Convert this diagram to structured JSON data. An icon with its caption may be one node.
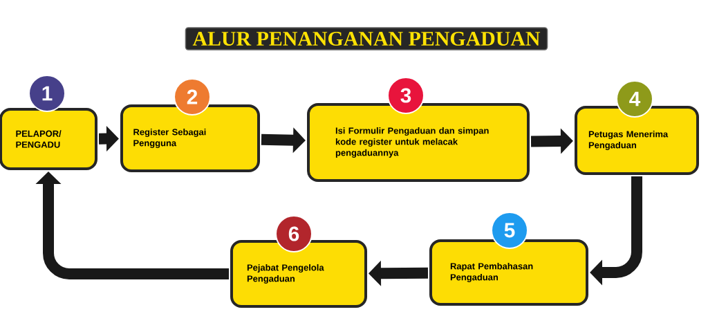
{
  "diagram": {
    "title": "ALUR PENANGANAN PENGADUAN",
    "nodes": [
      {
        "text": [
          "PELAPOR/ PENGADU"
        ],
        "beside": [
          "1"
        ]
      },
      {
        "text": [
          "Register Sebagai Pengguna"
        ],
        "beside": [
          "2"
        ]
      },
      {
        "text": [
          "Isi Formulir Pengaduan dan simpan kode register untuk melacak pengaduannya"
        ],
        "beside": [
          "3"
        ]
      },
      {
        "text": [
          "Petugas Menerima Pengaduan"
        ],
        "beside": [
          "4"
        ]
      },
      {
        "text": [
          "Rapat Pembahasan Pengaduan"
        ],
        "beside": [
          "5"
        ]
      },
      {
        "text": [
          "Pejabat Pengelola Pengaduan"
        ],
        "beside": [
          "6"
        ]
      }
    ],
    "edges": [
      {
        "from": 0,
        "to": 1,
        "arrow": "to"
      },
      {
        "from": 1,
        "to": 2,
        "arrow": "to"
      },
      {
        "from": 2,
        "to": 3,
        "arrow": "to"
      },
      {
        "from": 3,
        "to": 4,
        "arrow": "to"
      },
      {
        "from": 4,
        "to": 5,
        "arrow": "to"
      },
      {
        "from": 5,
        "to": 0,
        "arrow": "to"
      }
    ]
  }
}
